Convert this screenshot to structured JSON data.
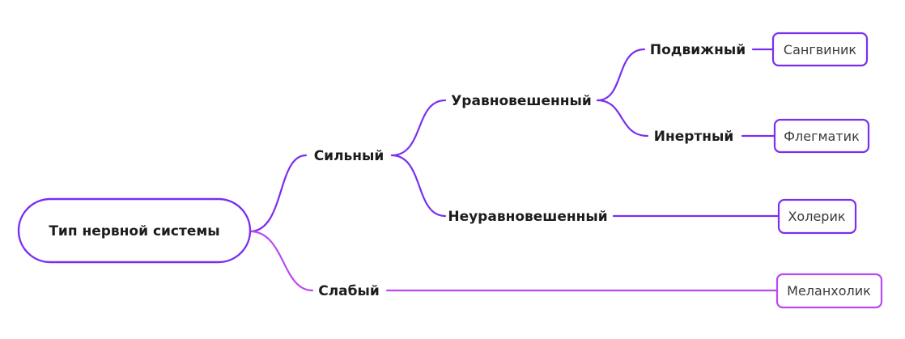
{
  "colors": {
    "strong_branch": "#7a2ff0",
    "weak_branch": "#b94af0",
    "text": "#1c1c1c",
    "background": "#ffffff"
  },
  "root": {
    "label": "Тип нервной системы"
  },
  "branches": {
    "strong": "Сильный",
    "weak": "Слабый",
    "balanced": "Уравновешенный",
    "unbalanced": "Неуравновешенный",
    "mobile": "Подвижный",
    "inert": "Инертный"
  },
  "temperaments": {
    "sanguine": "Сангвиник",
    "phlegmatic": "Флегматик",
    "choleric": "Холерик",
    "melancholic": "Меланхолик"
  }
}
